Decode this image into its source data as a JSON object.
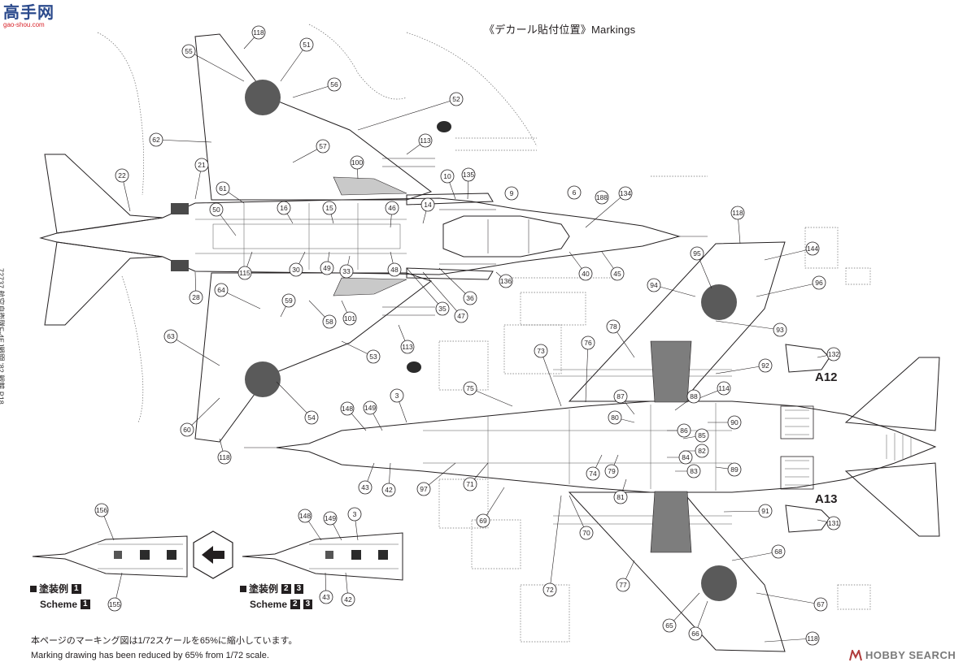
{
  "header": {
    "title": "《デカール貼付位置》Markings"
  },
  "site_logo": {
    "main_text": "高手网",
    "sub_text": "gao-shou.com"
  },
  "side_text": "72737 航空自衛隊F-4EJ戦闘 '82 戦競 P18",
  "schemes": {
    "scheme1_jp": "塗装例",
    "scheme1_en": "Scheme",
    "scheme1_nums": [
      "1"
    ],
    "scheme23_jp": "塗装例",
    "scheme23_en": "Scheme",
    "scheme23_nums": [
      "2",
      "3"
    ]
  },
  "labels": {
    "a12": "A12",
    "a13": "A13"
  },
  "footer": {
    "note_jp": "本ページのマーキング図は1/72スケールを65%に縮小しています。",
    "note_en": "Marking drawing has been reduced by 65% from 1/72 scale."
  },
  "watermark": {
    "text": "HOBBY SEARCH"
  },
  "callouts": {
    "top_view": [
      "118",
      "51",
      "55",
      "56",
      "52",
      "62",
      "57",
      "113",
      "100",
      "21",
      "22",
      "61",
      "10",
      "135",
      "9",
      "6",
      "188",
      "134",
      "50",
      "16",
      "15",
      "46",
      "14",
      "115",
      "30",
      "49",
      "33",
      "48",
      "40",
      "45",
      "136",
      "28",
      "64",
      "59",
      "58",
      "101",
      "35",
      "47",
      "36",
      "113",
      "63",
      "53",
      "60",
      "54",
      "118"
    ],
    "bottom_view": [
      "118",
      "144",
      "95",
      "96",
      "94",
      "93",
      "78",
      "73",
      "76",
      "92",
      "132",
      "75",
      "114",
      "3",
      "148",
      "149",
      "87",
      "88",
      "90",
      "80",
      "86",
      "85",
      "82",
      "84",
      "83",
      "89",
      "74",
      "79",
      "97",
      "71",
      "81",
      "43",
      "42",
      "69",
      "70",
      "91",
      "131",
      "68",
      "72",
      "77",
      "67",
      "65",
      "66",
      "118"
    ],
    "scheme1": [
      "156",
      "155"
    ],
    "scheme23": [
      "148",
      "149",
      "3",
      "43",
      "42"
    ]
  }
}
